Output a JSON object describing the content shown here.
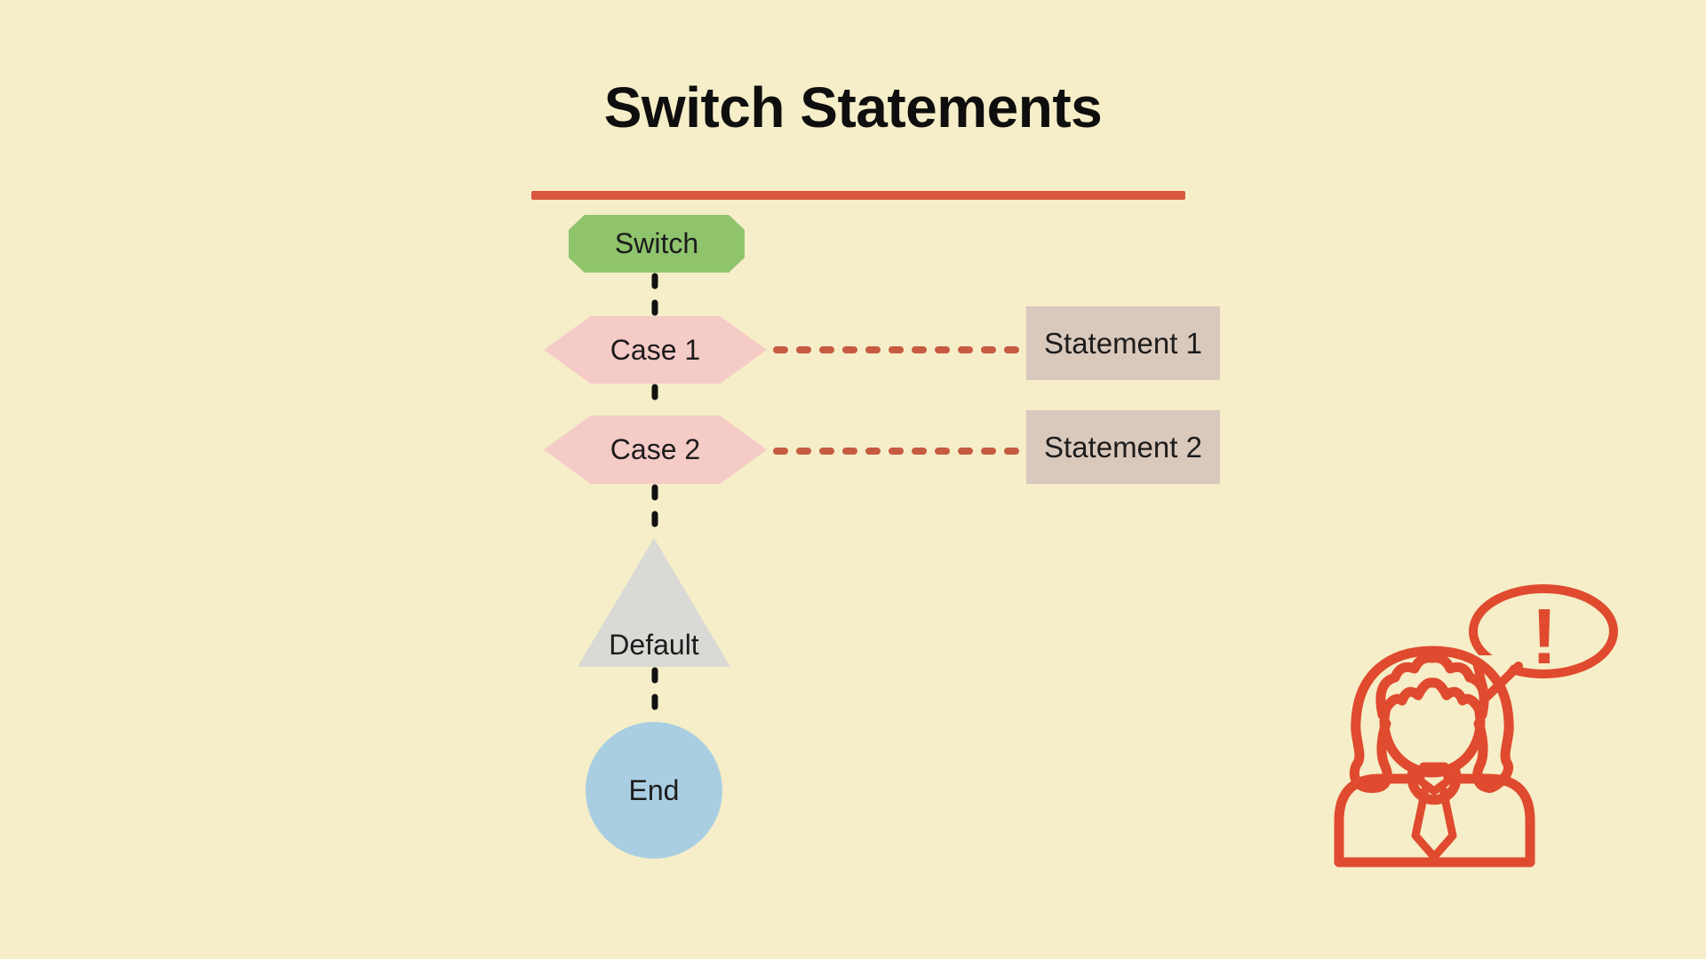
{
  "header": {
    "title": "Switch Statements"
  },
  "flowchart": {
    "nodes": [
      {
        "id": "switch",
        "label": "Switch",
        "shape": "octagon",
        "fill": "#8FC46D"
      },
      {
        "id": "case1",
        "label": "Case 1",
        "shape": "hexagon",
        "fill": "#F5CBC7"
      },
      {
        "id": "statement1",
        "label": "Statement 1",
        "shape": "rectangle",
        "fill": "#D9C8BC"
      },
      {
        "id": "case2",
        "label": "Case 2",
        "shape": "hexagon",
        "fill": "#F5CBC7"
      },
      {
        "id": "statement2",
        "label": "Statement 2",
        "shape": "rectangle",
        "fill": "#D9C8BC"
      },
      {
        "id": "default",
        "label": "Default",
        "shape": "triangle",
        "fill": "#D9D9D6"
      },
      {
        "id": "end",
        "label": "End",
        "shape": "circle",
        "fill": "#A9CEE2"
      }
    ],
    "connections": [
      {
        "from": "switch",
        "to": "case1",
        "style": "black-dashed"
      },
      {
        "from": "case1",
        "to": "statement1",
        "style": "red-dashed"
      },
      {
        "from": "case1",
        "to": "case2",
        "style": "black-dashed"
      },
      {
        "from": "case2",
        "to": "statement2",
        "style": "red-dashed"
      },
      {
        "from": "case2",
        "to": "default",
        "style": "black-dashed"
      },
      {
        "from": "default",
        "to": "end",
        "style": "black-dashed"
      }
    ]
  },
  "illustration": {
    "name": "woman-with-speech-bubble",
    "exclamation_text": "!"
  },
  "colors": {
    "background": "#F5EEC8",
    "accent_red": "#D9573F",
    "connector_red": "#C75B42",
    "connector_black": "#111111",
    "node_switch": "#8FC46D",
    "node_case": "#F5CBC7",
    "node_statement": "#D9C8BC",
    "node_default": "#D9D9D6",
    "node_end": "#A9CEE2",
    "icon_red": "#E04A2E",
    "text_dark": "#1C1C1C"
  }
}
